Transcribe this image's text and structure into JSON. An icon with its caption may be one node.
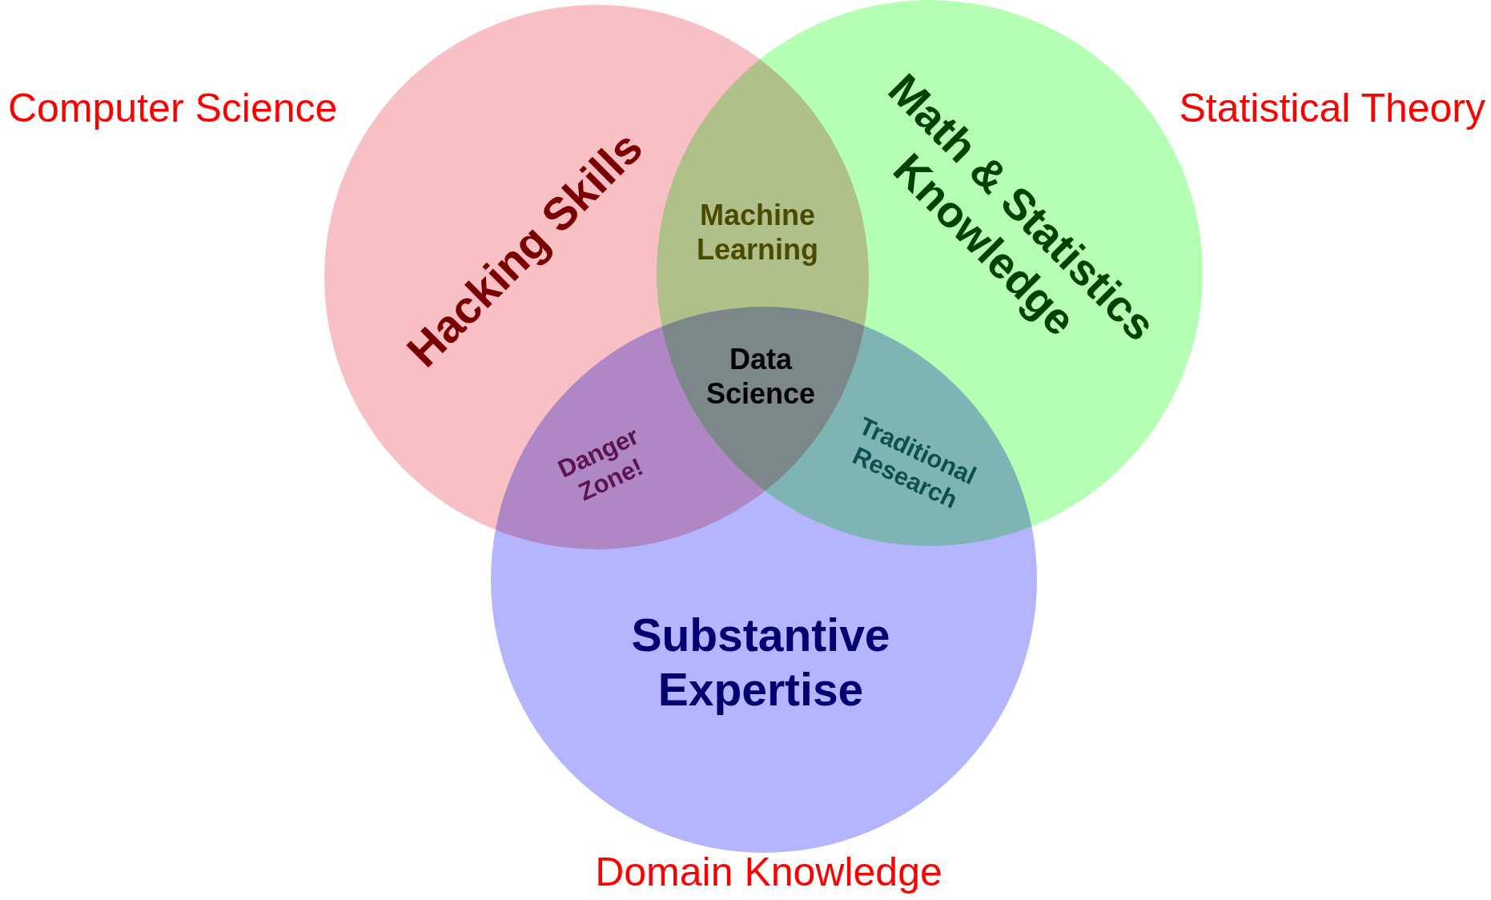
{
  "diagram": {
    "nodes": [
      {
        "text": [
          "Hacking Skills"
        ],
        "beside": [
          "Computer Science"
        ]
      },
      {
        "text": [
          "Math & Statistics Knowledge"
        ],
        "beside": [
          "Statistical Theory"
        ]
      },
      {
        "text": [
          "Substantive Expertise"
        ],
        "beside": [
          "Domain Knowledge"
        ]
      }
    ],
    "labels": [
      "Machine Learning",
      "Data Science",
      "Danger Zone!",
      "Traditional Research"
    ]
  }
}
